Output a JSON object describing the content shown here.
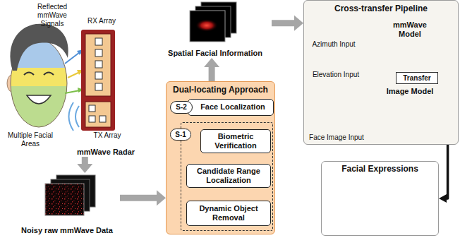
{
  "diagram": {
    "nodes": [
      {
        "text": [
          "mmWave Radar"
        ]
      },
      {
        "text": [
          "Noisy raw mmWave Data"
        ]
      },
      {
        "text": [
          "Dual-locating Approach"
        ]
      },
      {
        "text": [
          "S-2"
        ],
        "in": 2
      },
      {
        "text": [
          "Face Localization"
        ],
        "in": 2
      },
      {
        "text": [
          "S-1"
        ],
        "in": 2
      },
      {
        "text": [
          "Biometric Verification"
        ],
        "in": 5
      },
      {
        "text": [
          "Candidate Range Localization"
        ],
        "in": 5
      },
      {
        "text": [
          "Dynamic Object Removal"
        ],
        "in": 5
      },
      {
        "text": [
          "Spatial Facial Information"
        ]
      },
      {
        "text": [
          "Cross-transfer Pipeline"
        ]
      },
      {
        "text": [
          "mmWave Model"
        ],
        "in": 10
      },
      {
        "text": [
          "Azimuth Input"
        ],
        "in": 10
      },
      {
        "text": [
          "Elevation Input"
        ],
        "in": 10
      },
      {
        "text": [
          "Transfer"
        ],
        "in": 10
      },
      {
        "text": [
          "Image Model"
        ],
        "in": 10
      },
      {
        "text": [
          "Face Image Input"
        ],
        "in": 10
      },
      {
        "text": [
          "Facial Expressions"
        ]
      }
    ],
    "edges": [
      {
        "from": 0,
        "to": 1,
        "arrow": "to"
      },
      {
        "from": 1,
        "to": 2,
        "arrow": "to"
      },
      {
        "from": 8,
        "to": 7,
        "arrow": "to"
      },
      {
        "from": 7,
        "to": 6,
        "arrow": "to"
      },
      {
        "from": 5,
        "to": 4,
        "arrow": "to"
      },
      {
        "from": 2,
        "to": 9,
        "arrow": "to"
      },
      {
        "from": 9,
        "to": 10,
        "arrow": "to"
      },
      {
        "from": 12,
        "to": 11,
        "arrow": "to"
      },
      {
        "from": 13,
        "to": 11,
        "arrow": "to"
      },
      {
        "from": 16,
        "to": 15,
        "arrow": "to"
      },
      {
        "from": 15,
        "to": 11,
        "arrow": "to"
      },
      {
        "from": 10,
        "to": 17,
        "arrow": "to"
      }
    ],
    "labels": [
      "Reflected mmWave Signals",
      "RX Array",
      "TX Array",
      "Multiple Facial Areas"
    ]
  }
}
